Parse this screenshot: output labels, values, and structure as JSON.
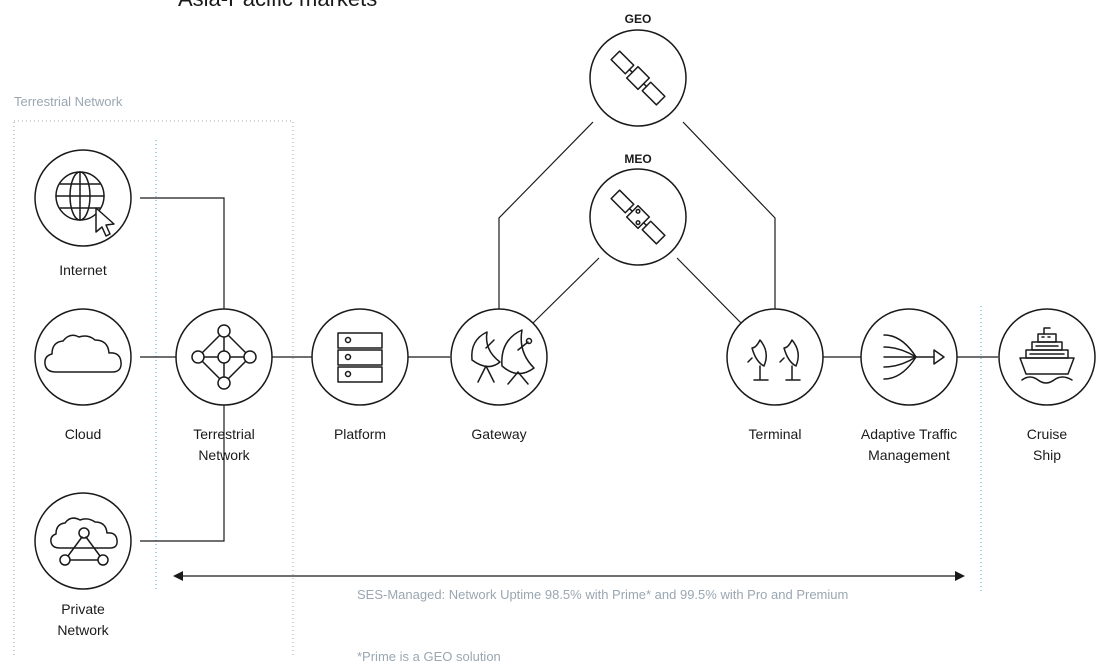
{
  "header": {
    "subtitle": "Asia-Pacific markets"
  },
  "region_label": "Terrestrial Network",
  "nodes": {
    "internet": "Internet",
    "cloud": "Cloud",
    "private_1": "Private",
    "private_2": "Network",
    "terrestrial_1": "Terrestrial",
    "terrestrial_2": "Network",
    "platform": "Platform",
    "gateway": "Gateway",
    "terminal": "Terminal",
    "atm_1": "Adaptive Traffic",
    "atm_2": "Management",
    "ship_1": "Cruise",
    "ship_2": "Ship"
  },
  "orbits": {
    "geo": "GEO",
    "meo": "MEO"
  },
  "span_text": "SES-Managed: Network Uptime 98.5% with Prime* and 99.5% with Pro and Premium",
  "footnote": "*Prime is a GEO solution",
  "colors": {
    "line": "#1a1a1a",
    "dotted": "#9aa7b1",
    "accent_dotted": "#4aa3d8",
    "muted_text": "#9aa7b1"
  }
}
